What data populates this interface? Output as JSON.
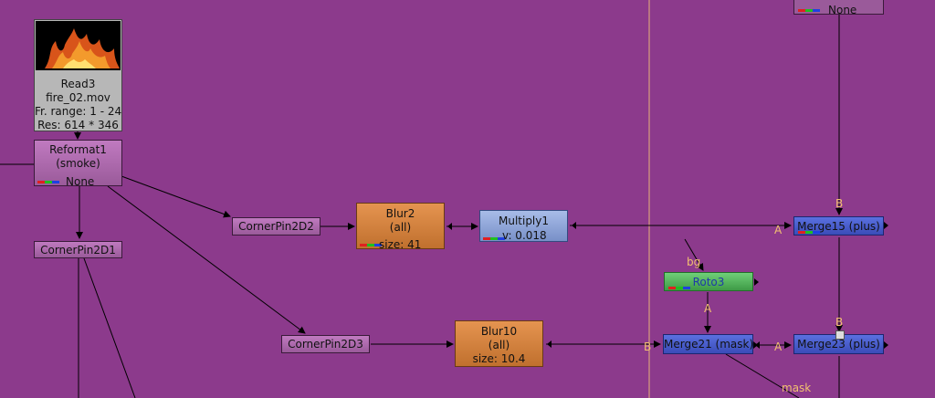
{
  "nodes": {
    "read3": {
      "name": "Read3",
      "file": "fire_02.mov",
      "range": "Fr. range: 1 - 24",
      "res": "Res: 614 * 346"
    },
    "reformat1": {
      "name": "Reformat1",
      "sub": "(smoke)",
      "tail": "None"
    },
    "top_node": {
      "tail": "None"
    },
    "cornerpin1": {
      "name": "CornerPin2D1"
    },
    "cornerpin2": {
      "name": "CornerPin2D2"
    },
    "cornerpin3": {
      "name": "CornerPin2D3"
    },
    "blur2": {
      "name": "Blur2",
      "sub": "(all)",
      "detail": "size: 41"
    },
    "blur10": {
      "name": "Blur10",
      "sub": "(all)",
      "detail": "size: 10.4"
    },
    "multiply1": {
      "name": "Multiply1",
      "detail": "v: 0.018"
    },
    "roto3": {
      "name": "Roto3"
    },
    "merge15": {
      "name": "Merge15 (plus)"
    },
    "merge21": {
      "name": "Merge21 (mask)"
    },
    "merge23": {
      "name": "Merge23 (plus)"
    }
  },
  "input_labels": {
    "merge15_a": "A",
    "merge15_b": "B",
    "roto_bg": "bg",
    "merge21_a": "A",
    "merge21_b": "B",
    "merge23_a": "A",
    "merge23_b": "B",
    "mask": "mask"
  },
  "colors": {
    "background": "#8c3a8c",
    "pipe": "#000000",
    "frame_marker": "#e6b27a",
    "channel_red": "#e02020",
    "channel_green": "#20c020",
    "channel_blue": "#2040e0"
  }
}
